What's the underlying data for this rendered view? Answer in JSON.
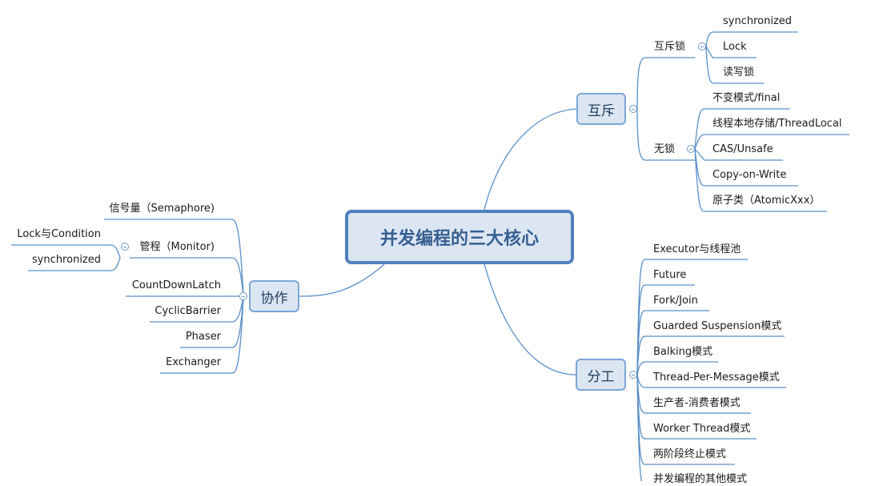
{
  "center_topic": "并发编程的三大核心",
  "branches": {
    "mutex": {
      "label": "互斥",
      "locked": {
        "label": "互斥锁",
        "items": [
          "synchronized",
          "Lock",
          "读写锁"
        ]
      },
      "lockfree": {
        "label": "无锁",
        "items": [
          "不变模式/final",
          "线程本地存储/ThreadLocal",
          "CAS/Unsafe",
          "Copy-on-Write",
          "原子类（AtomicXxx）"
        ]
      }
    },
    "division": {
      "label": "分工",
      "items": [
        "Executor与线程池",
        "Future",
        "Fork/Join",
        "Guarded Suspension模式",
        "Balking模式",
        "Thread-Per-Message模式",
        "生产者-消费者模式",
        "Worker Thread模式",
        "两阶段终止模式",
        "并发编程的其他模式"
      ]
    },
    "cooperation": {
      "label": "协作",
      "semaphore": "信号量（Semaphore)",
      "monitor": {
        "label": "管程（Monitor)",
        "items": [
          "Lock与Condition",
          "synchronized"
        ]
      },
      "countdownlatch": "CountDownLatch",
      "cyclicbarrier": "CyclicBarrier",
      "phaser": "Phaser",
      "exchanger": "Exchanger"
    }
  },
  "colors": {
    "line": "#5b8fc7",
    "box_fill": "#dce6f2",
    "center_border": "#4f81bd",
    "center_text": "#365f91"
  }
}
